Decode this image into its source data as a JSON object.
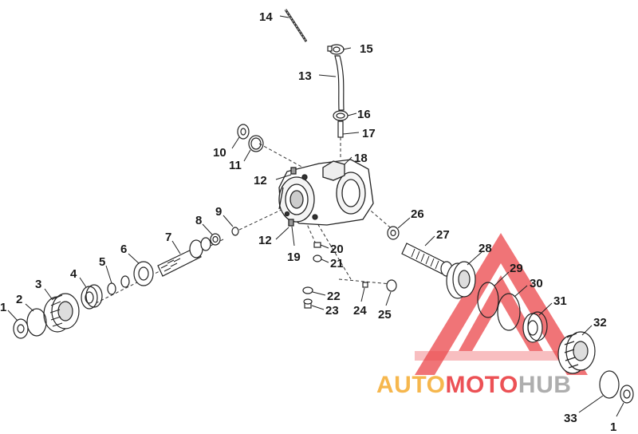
{
  "diagram": {
    "callouts": [
      {
        "id": "c1a",
        "text": "1"
      },
      {
        "id": "c2",
        "text": "2"
      },
      {
        "id": "c3",
        "text": "3"
      },
      {
        "id": "c4",
        "text": "4"
      },
      {
        "id": "c5",
        "text": "5"
      },
      {
        "id": "c6",
        "text": "6"
      },
      {
        "id": "c7",
        "text": "7"
      },
      {
        "id": "c8",
        "text": "8"
      },
      {
        "id": "c9",
        "text": "9"
      },
      {
        "id": "c10",
        "text": "10"
      },
      {
        "id": "c11",
        "text": "11"
      },
      {
        "id": "c12a",
        "text": "12"
      },
      {
        "id": "c12b",
        "text": "12"
      },
      {
        "id": "c13",
        "text": "13"
      },
      {
        "id": "c14",
        "text": "14"
      },
      {
        "id": "c15",
        "text": "15"
      },
      {
        "id": "c16",
        "text": "16"
      },
      {
        "id": "c17",
        "text": "17"
      },
      {
        "id": "c18",
        "text": "18"
      },
      {
        "id": "c19",
        "text": "19"
      },
      {
        "id": "c20",
        "text": "20"
      },
      {
        "id": "c21",
        "text": "21"
      },
      {
        "id": "c22",
        "text": "22"
      },
      {
        "id": "c23",
        "text": "23"
      },
      {
        "id": "c24",
        "text": "24"
      },
      {
        "id": "c25",
        "text": "25"
      },
      {
        "id": "c26",
        "text": "26"
      },
      {
        "id": "c27",
        "text": "27"
      },
      {
        "id": "c28",
        "text": "28"
      },
      {
        "id": "c29",
        "text": "29"
      },
      {
        "id": "c30",
        "text": "30"
      },
      {
        "id": "c31",
        "text": "31"
      },
      {
        "id": "c32",
        "text": "32"
      },
      {
        "id": "c33",
        "text": "33"
      },
      {
        "id": "c1b",
        "text": "1"
      }
    ]
  },
  "watermark": {
    "part1": "AUTO",
    "part2": "MOTO",
    "part3": "HUB",
    "color_orange": "#f5a623",
    "color_red": "#e8262b",
    "color_grey": "#9a9a9a"
  }
}
